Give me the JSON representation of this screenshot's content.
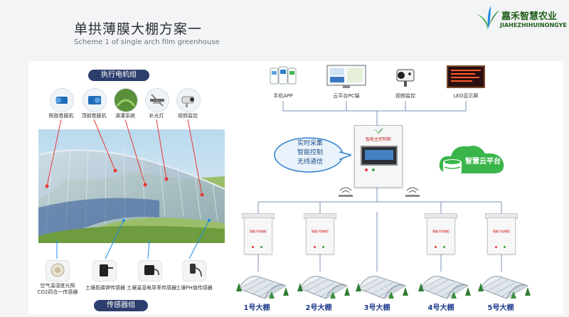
{
  "header": {
    "title": "单拱薄膜大棚方案一",
    "subtitle": "Scheme 1 of single arch film greenhouse",
    "brand_cn": "嘉禾智慧农业",
    "brand_en": "JIAHEZHIHUINONGYE"
  },
  "left": {
    "actuator_group_label": "执行电机组",
    "sensor_group_label": "传感器组",
    "actuators": [
      "侧面卷膜机",
      "顶部卷膜机",
      "滴灌系统",
      "补光灯",
      "视频监控"
    ],
    "sensors": [
      "空气温湿度光照\nCO2四合一传感器",
      "土壤氮磷钾传感器",
      "土壤温湿电导率传感器",
      "土壤PH值传感器"
    ]
  },
  "right": {
    "devices": [
      "手机APP",
      "云平台PC端",
      "视频监控",
      "LED显示屏"
    ],
    "controller_label": "智能主控制柜",
    "bubble_lines": [
      "实时采集",
      "智能控制",
      "无线通信"
    ],
    "cloud_label": "智慧云平台",
    "sub_cabinet_label": "智能子控制柜",
    "greenhouses": [
      "1号大棚",
      "2号大棚",
      "3号大棚",
      "4号大棚",
      "5号大棚"
    ]
  },
  "colors": {
    "pill": "#2d3e6e",
    "line": "#7b8fb8",
    "cloud": "#3ab54a",
    "bubble": "#2e7fc8",
    "brand": "#1f5e1a"
  }
}
